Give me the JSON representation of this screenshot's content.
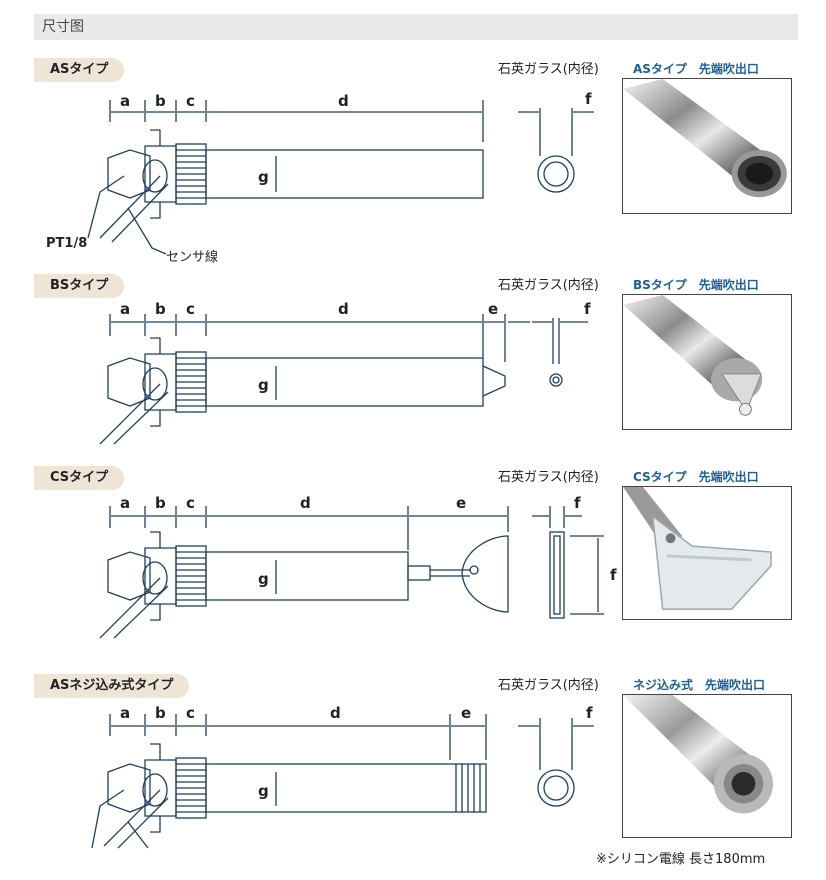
{
  "header": {
    "title": "尺寸图"
  },
  "dimension_letters": {
    "a": "a",
    "b": "b",
    "c": "c",
    "d": "d",
    "e": "e",
    "f": "f",
    "g": "g"
  },
  "sections": [
    {
      "badge": "ASタイプ",
      "quartz_label": "石英ガラス(内径)",
      "photo_label": "ASタイプ　先端吹出口",
      "photo_icon": "as-tip-photo",
      "callouts": [
        "PT1/8",
        "センサ線"
      ]
    },
    {
      "badge": "BSタイプ",
      "quartz_label": "石英ガラス(内径)",
      "photo_label": "BSタイプ　先端吹出口",
      "photo_icon": "bs-tip-photo"
    },
    {
      "badge": "CSタイプ",
      "quartz_label": "石英ガラス(内径)",
      "photo_label": "CSタイプ　先端吹出口",
      "photo_icon": "cs-tip-photo"
    },
    {
      "badge": "ASネジ込み式タイプ",
      "quartz_label": "石英ガラス(内径)",
      "photo_label": "ネジ込み式　先端吹出口",
      "photo_icon": "threaded-tip-photo"
    }
  ],
  "footnote": "※シリコン電線 長さ180mm",
  "colors": {
    "line": "#1e3f66",
    "label_blue": "#1e5f99",
    "badge_bg": "#eee5d6",
    "header_bg": "#e9e9e9"
  }
}
